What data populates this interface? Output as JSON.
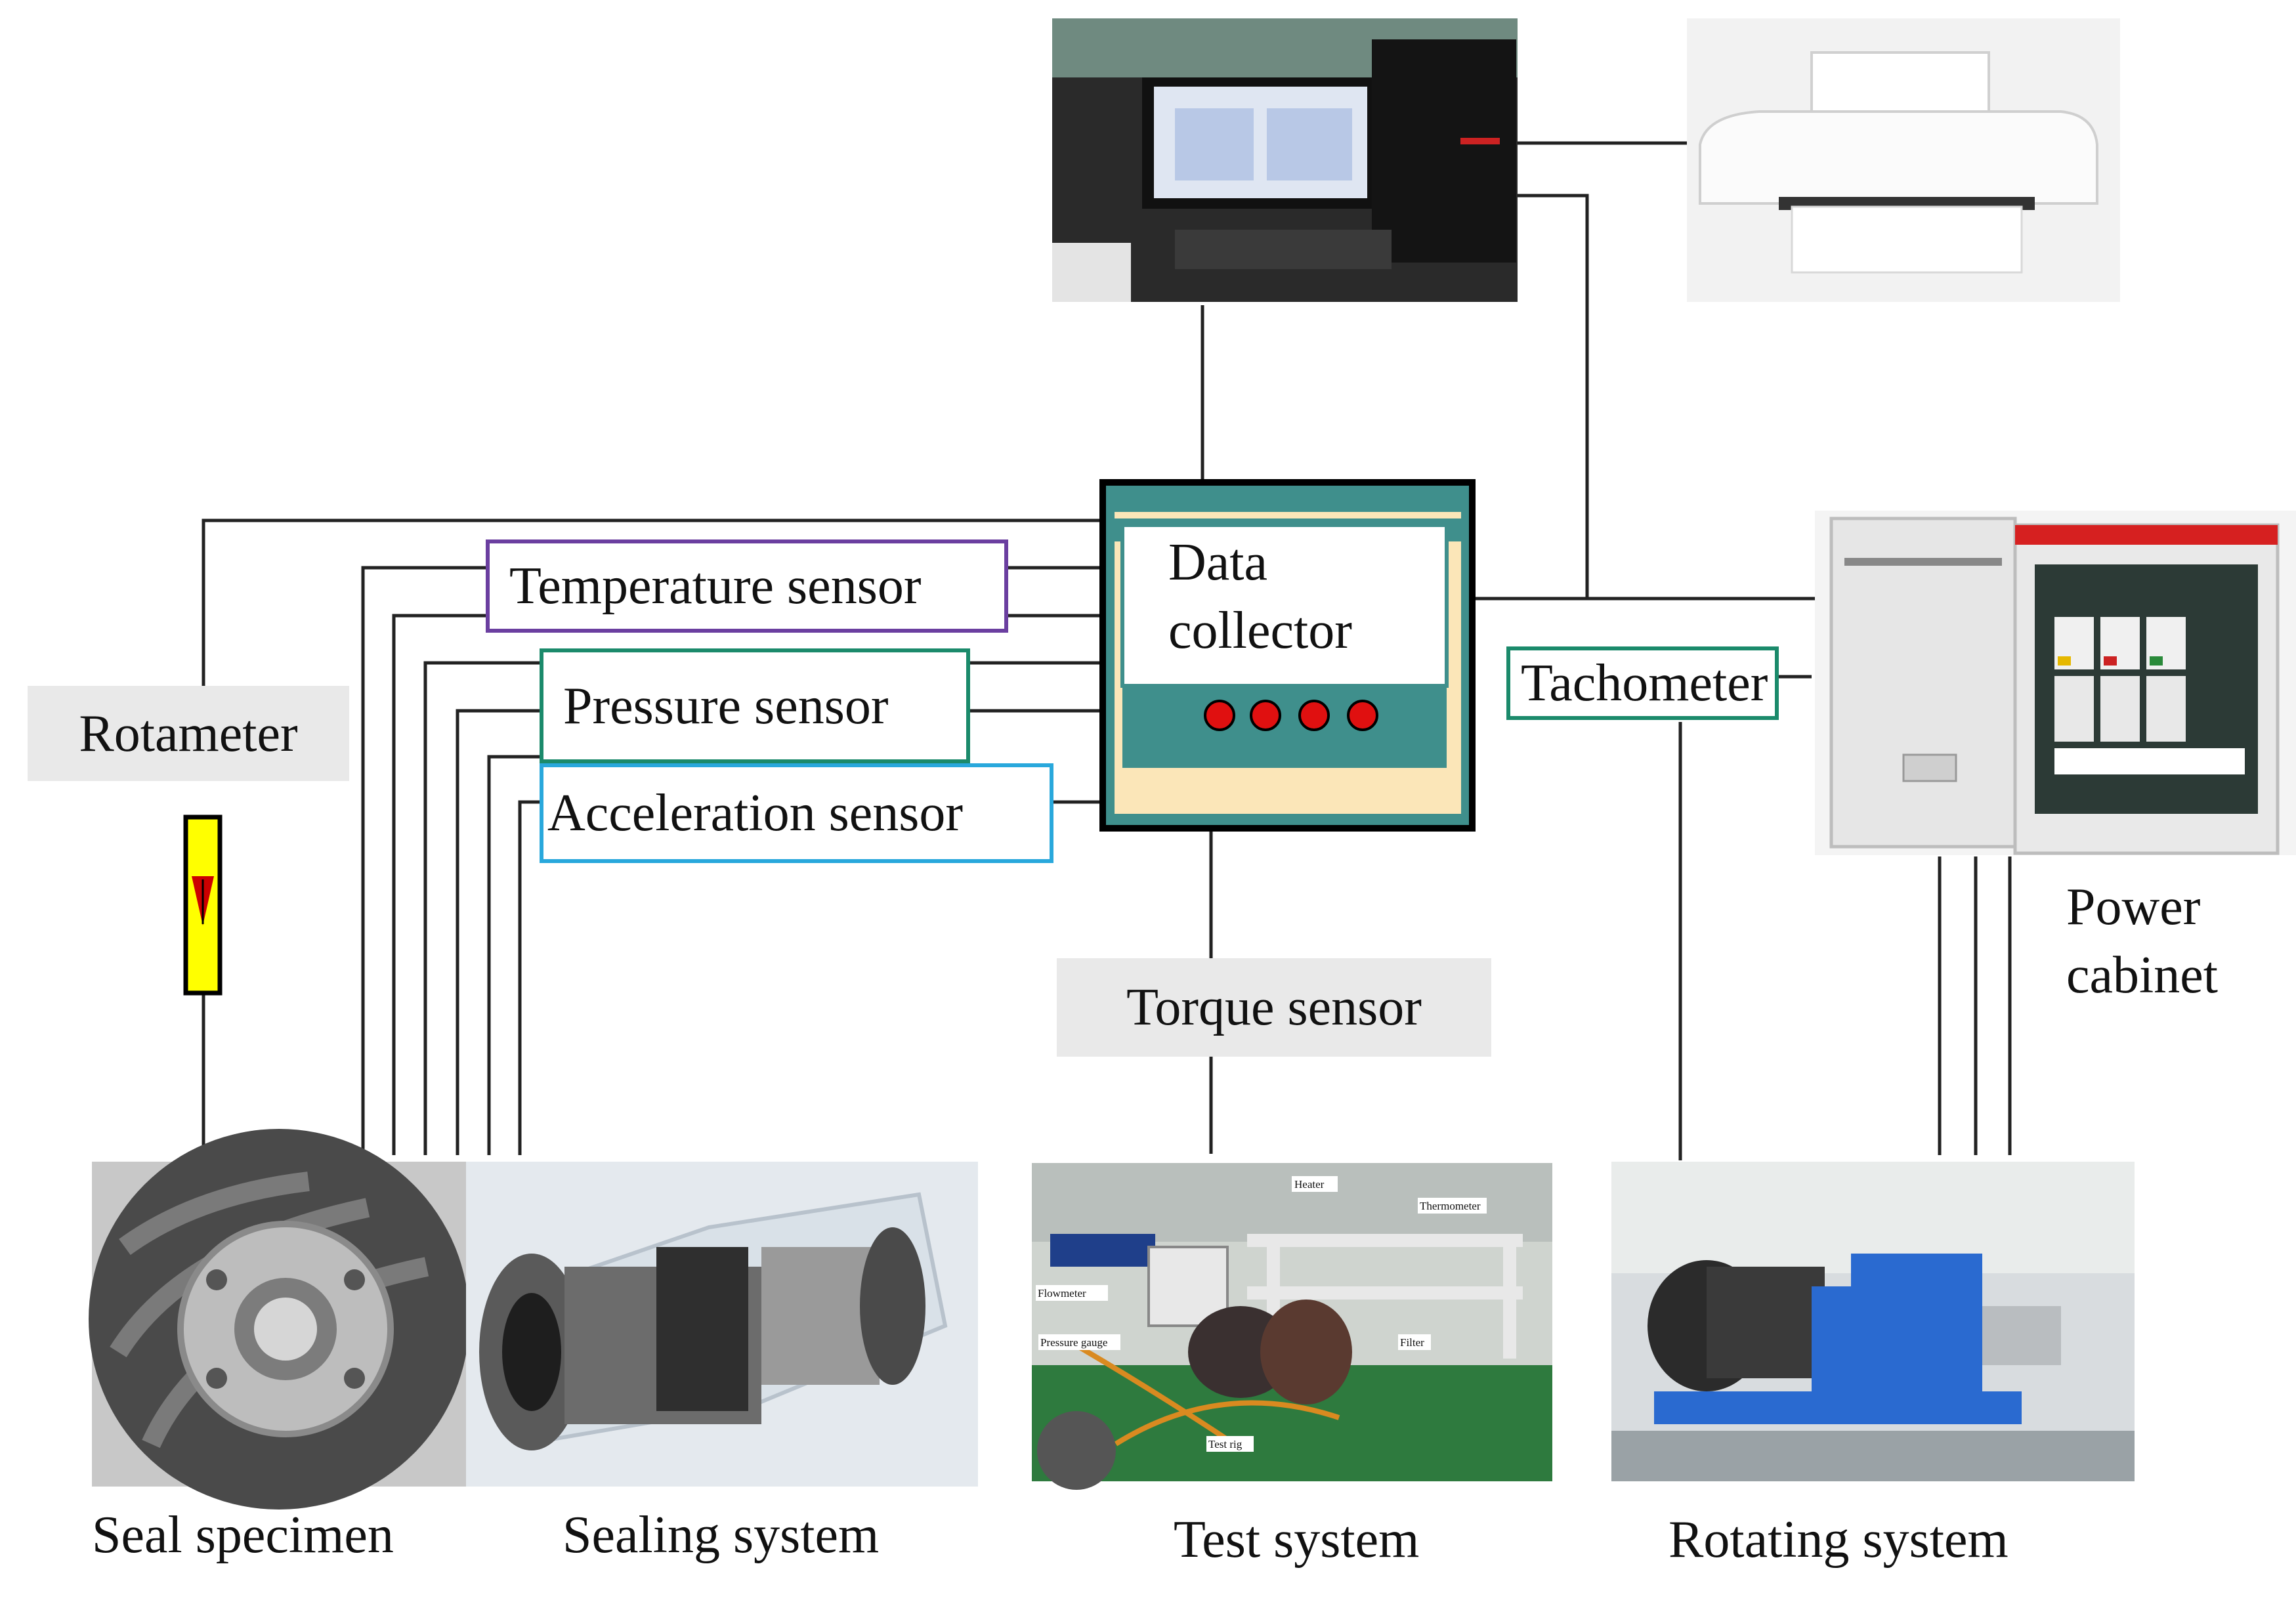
{
  "labels": {
    "rotameter": "Rotameter",
    "temperature_sensor": "Temperature sensor",
    "pressure_sensor": "Pressure sensor",
    "acceleration_sensor": "Acceleration sensor",
    "data_collector_line1": "Data",
    "data_collector_line2": "collector",
    "tachometer": "Tachometer",
    "power_cabinet_line1": "Power",
    "power_cabinet_line2": "cabinet",
    "torque_sensor": "Torque sensor",
    "seal_specimen": "Seal specimen",
    "sealing_system": "Sealing system",
    "test_system": "Test system",
    "rotating_system": "Rotating system"
  },
  "test_photo_tags": [
    "Heater",
    "Thermometer",
    "Flowmeter",
    "Pressure gauge",
    "Filter",
    "Test rig"
  ],
  "colors": {
    "temperature_border": "#6b3fa0",
    "pressure_border": "#1b8a6b",
    "acceleration_border": "#29a8dc",
    "tachometer_border": "#1b8a6b",
    "collector_frame": "#000000",
    "collector_teal": "#3f8f8c",
    "collector_cream": "#fbe6b8",
    "collector_leds": "#e01010",
    "label_gray_bg": "#e9e9e9",
    "rotameter_yellow": "#ffff00",
    "rotameter_red": "#cc0000"
  }
}
